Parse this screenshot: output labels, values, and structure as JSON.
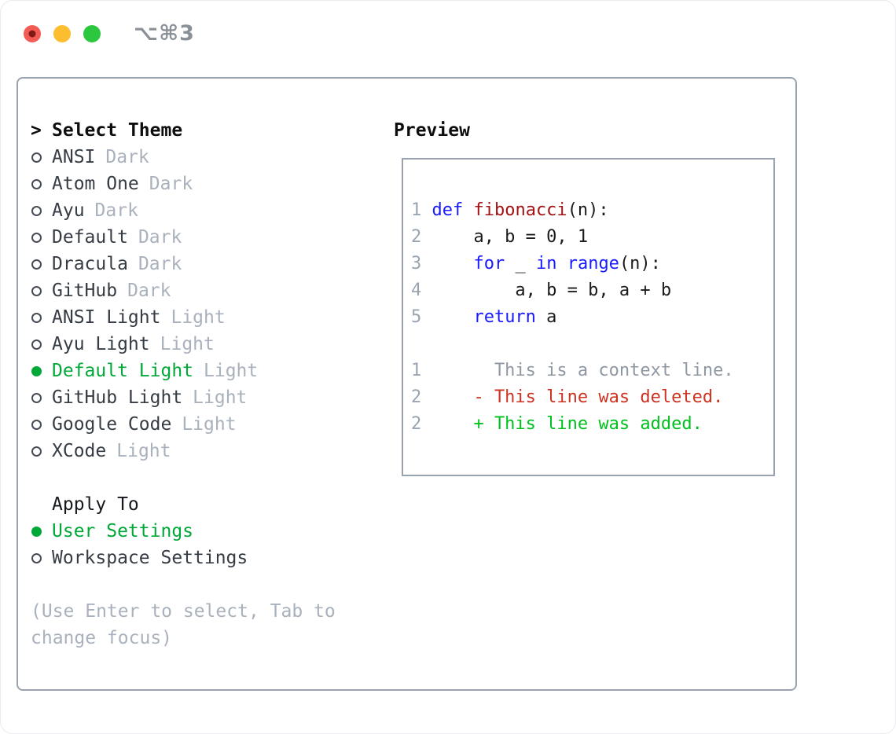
{
  "window": {
    "title": "⌥⌘3"
  },
  "colors": {
    "traffic_red": "#f45b54",
    "traffic_yellow": "#fcbd2f",
    "traffic_green": "#2bc83f",
    "selection": "#00a838",
    "keyword": "#1a1aff",
    "function": "#a31212",
    "deleted": "#cc3322",
    "added": "#00c01e"
  },
  "theme_list": {
    "cursor": ">",
    "header": "Select Theme",
    "items": [
      {
        "name": "ANSI",
        "variant": "Dark",
        "selected": false
      },
      {
        "name": "Atom One",
        "variant": "Dark",
        "selected": false
      },
      {
        "name": "Ayu",
        "variant": "Dark",
        "selected": false
      },
      {
        "name": "Default",
        "variant": "Dark",
        "selected": false
      },
      {
        "name": "Dracula",
        "variant": "Dark",
        "selected": false
      },
      {
        "name": "GitHub",
        "variant": "Dark",
        "selected": false
      },
      {
        "name": "ANSI Light",
        "variant": "Light",
        "selected": false
      },
      {
        "name": "Ayu Light",
        "variant": "Light",
        "selected": false
      },
      {
        "name": "Default Light",
        "variant": "Light",
        "selected": true
      },
      {
        "name": "GitHub Light",
        "variant": "Light",
        "selected": false
      },
      {
        "name": "Google Code",
        "variant": "Light",
        "selected": false
      },
      {
        "name": "XCode",
        "variant": "Light",
        "selected": false
      }
    ]
  },
  "apply_to": {
    "header": "Apply To",
    "options": [
      {
        "label": "User Settings",
        "selected": true
      },
      {
        "label": "Workspace Settings",
        "selected": false
      }
    ]
  },
  "help": {
    "line1": "(Use Enter to select, Tab to",
    "line2": "change focus)"
  },
  "preview": {
    "header": "Preview",
    "lines": [
      {
        "num": "1",
        "segments": [
          {
            "text": "def",
            "style": "keyword"
          },
          {
            "text": " ",
            "style": "plain"
          },
          {
            "text": "fibonacci",
            "style": "function"
          },
          {
            "text": "(n):",
            "style": "plain"
          }
        ]
      },
      {
        "num": "2",
        "segments": [
          {
            "text": "    a, b = 0, 1",
            "style": "plain"
          }
        ]
      },
      {
        "num": "3",
        "segments": [
          {
            "text": "    ",
            "style": "plain"
          },
          {
            "text": "for",
            "style": "keyword"
          },
          {
            "text": " _ ",
            "style": "plain"
          },
          {
            "text": "in",
            "style": "keyword"
          },
          {
            "text": " ",
            "style": "plain"
          },
          {
            "text": "range",
            "style": "keyword"
          },
          {
            "text": "(n):",
            "style": "plain"
          }
        ]
      },
      {
        "num": "4",
        "segments": [
          {
            "text": "        a, b = b, a + b",
            "style": "plain"
          }
        ]
      },
      {
        "num": "5",
        "segments": [
          {
            "text": "    ",
            "style": "plain"
          },
          {
            "text": "return",
            "style": "keyword"
          },
          {
            "text": " a",
            "style": "plain"
          }
        ]
      },
      {
        "num": "",
        "segments": []
      },
      {
        "num": "1",
        "segments": [
          {
            "text": "      This is a context line.",
            "style": "context"
          }
        ]
      },
      {
        "num": "2",
        "segments": [
          {
            "text": "    - This line was deleted.",
            "style": "deleted"
          }
        ]
      },
      {
        "num": "2",
        "segments": [
          {
            "text": "    + This line was added.",
            "style": "added"
          }
        ]
      }
    ]
  }
}
